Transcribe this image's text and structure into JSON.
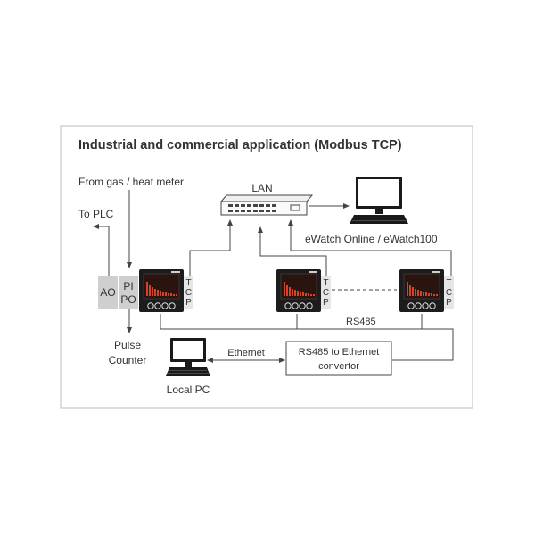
{
  "title": "Industrial and commercial application (Modbus TCP)",
  "labels": {
    "gas_heat_meter": "From gas / heat meter",
    "to_plc": "To PLC",
    "lan": "LAN",
    "ewatch": "eWatch Online / eWatch100",
    "ao": "AO",
    "pi": "PI",
    "po": "PO",
    "tcp": [
      "T",
      "C",
      "P"
    ],
    "rs485": "RS485",
    "pulse": "Pulse",
    "counter": "Counter",
    "ethernet": "Ethernet",
    "convertor_line1": "RS485 to Ethernet",
    "convertor_line2": "convertor",
    "local_pc": "Local PC"
  },
  "icons": [
    "lan-switch-icon",
    "monitor-icon",
    "power-meter-icon",
    "desktop-pc-icon"
  ],
  "colors": {
    "line": "#444444",
    "frame": "#bbbbbb",
    "module_fill": "#cfcfcf",
    "device_body": "#1c1c1c",
    "screen": "#2a1410",
    "spectrum": "#d2452a"
  }
}
